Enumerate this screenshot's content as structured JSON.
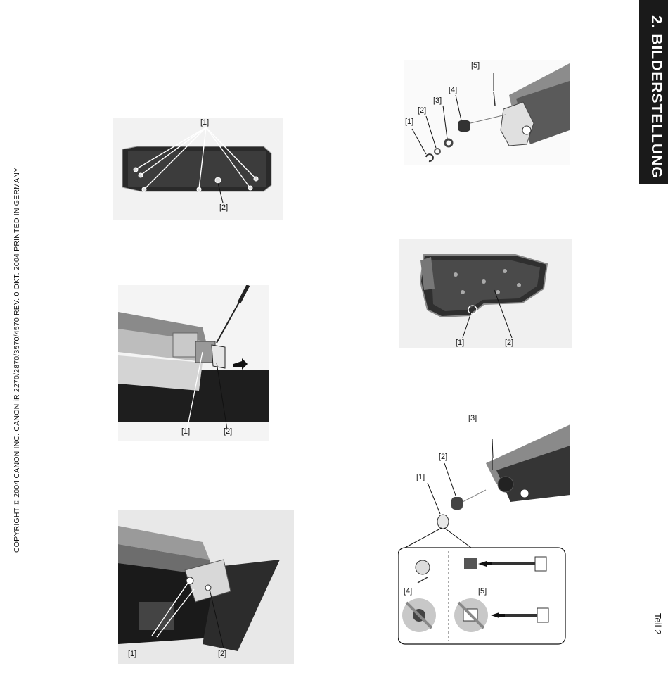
{
  "copyright": "COPYRIGHT © 2004 CANON INC. CANON   iR 2270/2870/3570/4570  REV. 0  OKT. 2004 PRINTED IN GERMANY",
  "chapter_title": "2. BILDERSTELLUNG",
  "part_label": "Teil 2",
  "figures": {
    "fig1": {
      "labels": [
        "[1]",
        "[2]"
      ]
    },
    "fig2": {
      "labels": [
        "[1]",
        "[2]"
      ]
    },
    "fig3": {
      "labels": [
        "[1]",
        "[2]"
      ]
    },
    "fig4": {
      "labels": [
        "[1]",
        "[2]",
        "[3]",
        "[4]",
        "[5]"
      ]
    },
    "fig5": {
      "labels": [
        "[1]",
        "[2]"
      ]
    },
    "fig6": {
      "labels": [
        "[1]",
        "[2]",
        "[3]",
        "[4]",
        "[5]"
      ]
    }
  },
  "colors": {
    "tab_bg": "#1a1a1a",
    "tab_text": "#ffffff",
    "photo_bg": "#f3f3f3"
  }
}
